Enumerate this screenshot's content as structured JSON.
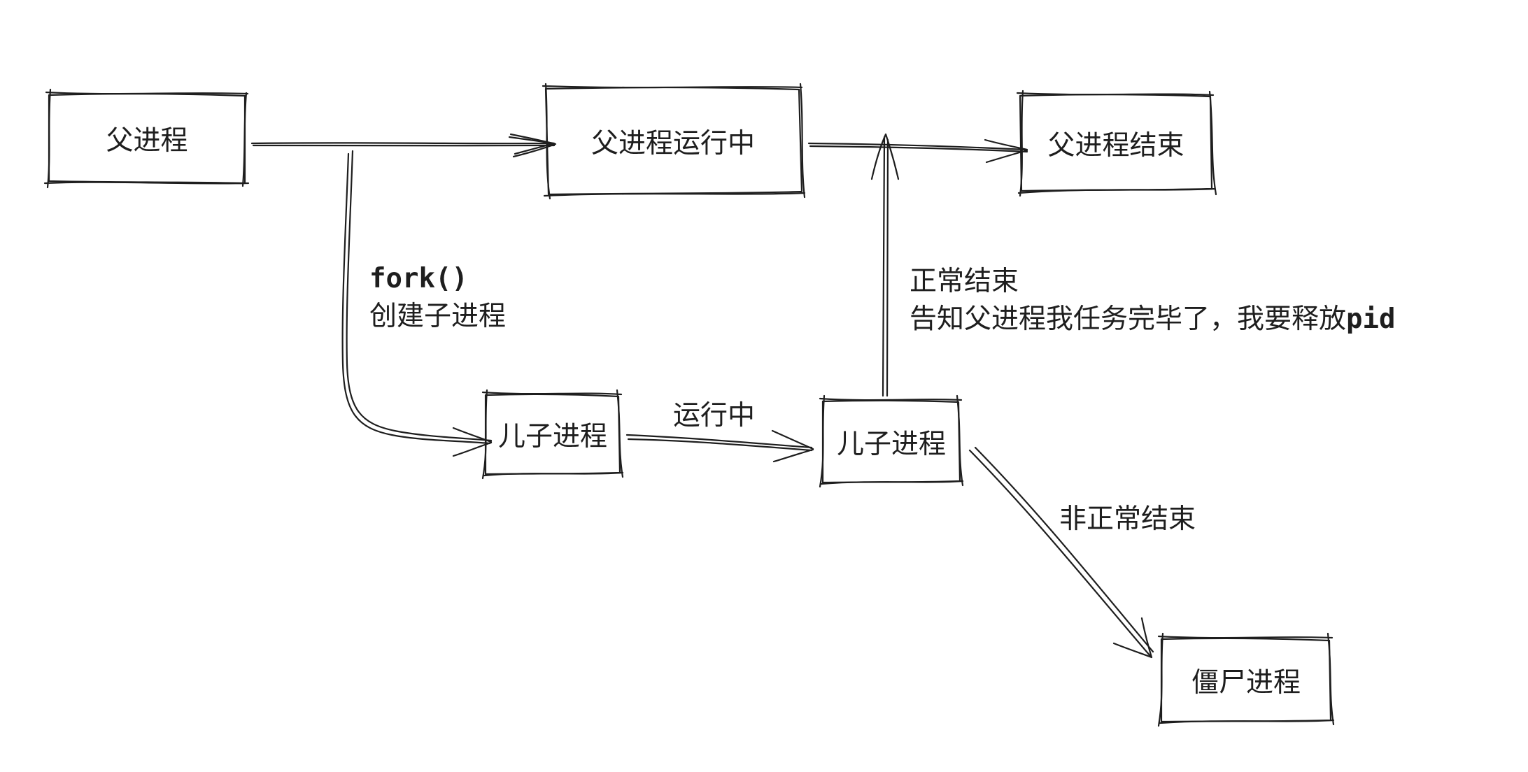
{
  "nodes": {
    "parent_process": "父进程",
    "parent_running": "父进程运行中",
    "parent_end": "父进程结束",
    "child_process_1": "儿子进程",
    "child_process_2": "儿子进程",
    "zombie_process": "僵尸进程"
  },
  "edge_labels": {
    "fork_call": "fork()",
    "fork_desc": "创建子进程",
    "child_running": "运行中",
    "normal_exit_title": "正常结束",
    "normal_exit_desc_prefix": "告知父进程我任务完毕了，我要释放",
    "normal_exit_desc_code": "pid",
    "abnormal_exit": "非正常结束"
  },
  "colors": {
    "stroke": "#1e1e1e",
    "background": "#ffffff"
  }
}
